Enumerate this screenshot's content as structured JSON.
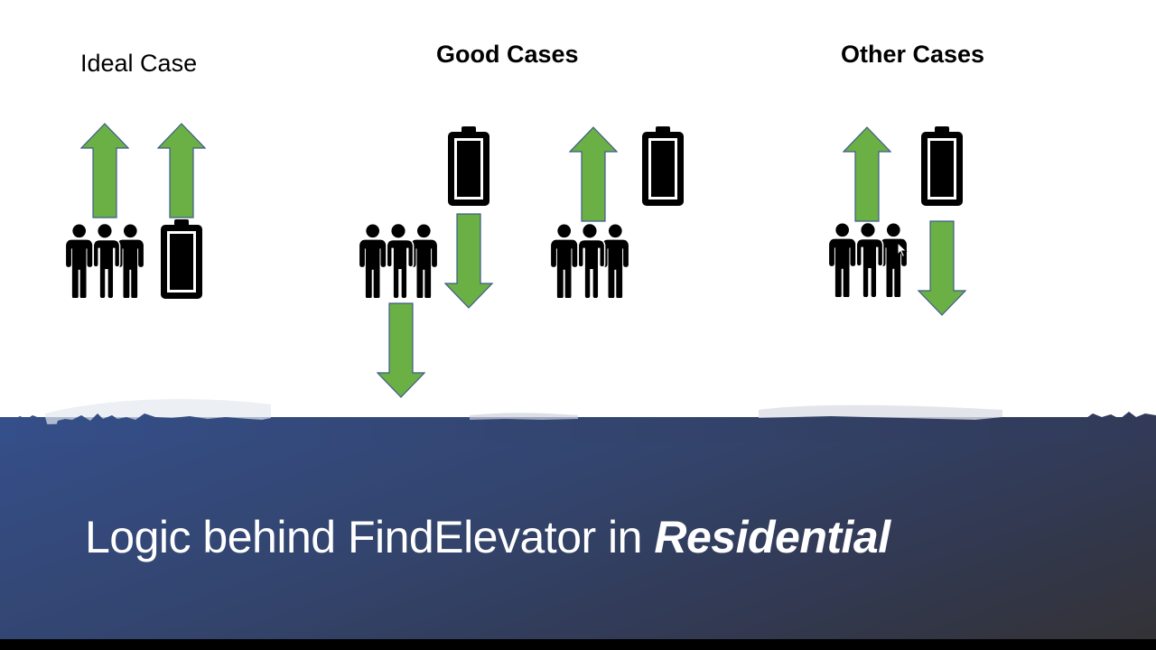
{
  "slide": {
    "sections": [
      {
        "heading": "Ideal Case",
        "bold": false
      },
      {
        "heading": "Good Cases",
        "bold": true
      },
      {
        "heading": "Other Cases",
        "bold": true
      }
    ],
    "title": {
      "text_plain": "Logic behind FindElevator in ",
      "text_emphasis": "Residential"
    },
    "icons": {
      "people": "people-group-icon",
      "battery": "battery-icon",
      "arrow_up": "arrow-up-icon",
      "arrow_down": "arrow-down-icon"
    },
    "colors": {
      "arrow_fill": "#6ab045",
      "arrow_stroke": "#3e5a8a",
      "band_start": "#354f8a",
      "band_end": "#333236",
      "title_text": "#ffffff"
    }
  }
}
